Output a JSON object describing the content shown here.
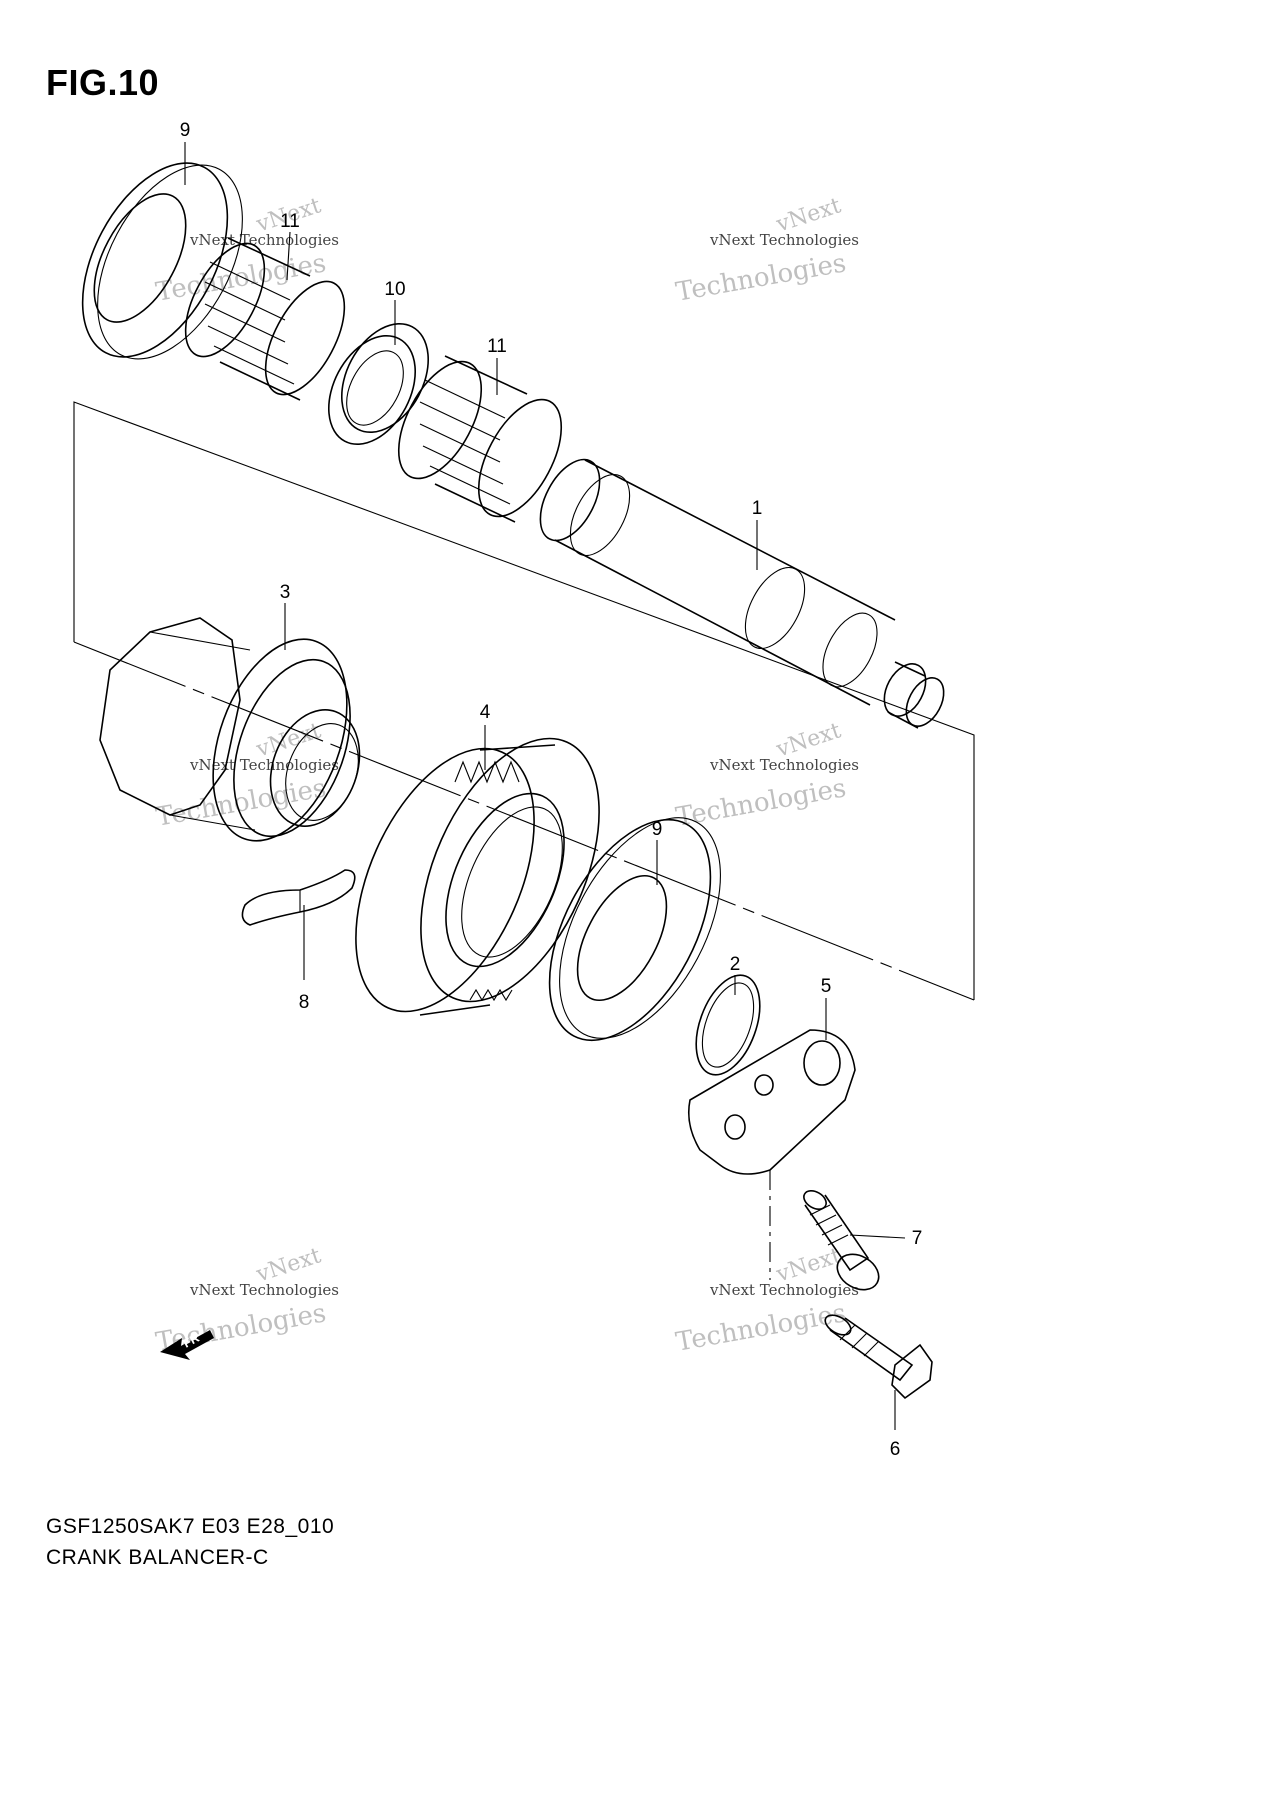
{
  "figure": {
    "title": "FIG.10",
    "code": "GSF1250SAK7 E03 E28_010",
    "name": "CRANK BALANCER-C",
    "fr_label": "FR"
  },
  "callouts": {
    "c1": "1",
    "c2": "2",
    "c3": "3",
    "c4": "4",
    "c5": "5",
    "c6": "6",
    "c7": "7",
    "c8": "8",
    "c9a": "9",
    "c9b": "9",
    "c10": "10",
    "c11a": "11",
    "c11b": "11"
  },
  "watermark": {
    "line1": "vNext",
    "line2": "vNext Technologies",
    "line3": "Technologies"
  },
  "icons": [
    "front-arrow-icon"
  ]
}
